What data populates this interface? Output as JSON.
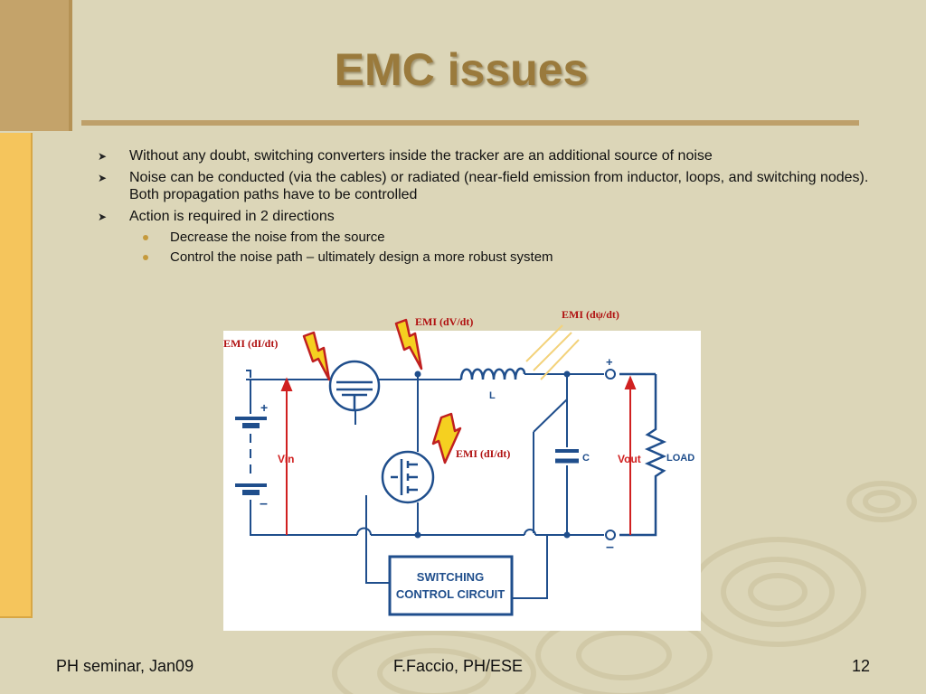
{
  "slide": {
    "title": "EMC issues",
    "bullets": [
      {
        "text": "Without any doubt, switching converters inside the tracker are an additional source of noise"
      },
      {
        "text": "Noise can be conducted (via the cables) or radiated (near-field emission from inductor, loops, and switching nodes). Both propagation paths have to be controlled"
      },
      {
        "text": "Action is required in 2 directions",
        "sub": [
          {
            "text": "Decrease the noise from the source"
          },
          {
            "text": "Control the noise path – ultimately design a more robust system"
          }
        ]
      }
    ]
  },
  "diagram": {
    "emi_labels": {
      "di_dt_left": "EMI (dI/dt)",
      "dv_dt": "EMI (dV/dt)",
      "dpsi_dt": "EMI (dψ/dt)",
      "di_dt_mid": "EMI (dI/dt)"
    },
    "labels": {
      "inductor": "L",
      "capacitor": "C",
      "vin": "Vin",
      "vout": "Vout",
      "load": "LOAD",
      "plus_in": "+",
      "minus_in": "–",
      "plus_out": "+",
      "minus_out": "–",
      "control_line1": "SWITCHING",
      "control_line2": "CONTROL CIRCUIT"
    },
    "colors": {
      "wire": "#1f4e8c",
      "emi_text": "#b01010",
      "arrow": "#d02020",
      "bolt_fill": "#f5d020",
      "bolt_stroke": "#c02020"
    }
  },
  "footer": {
    "left": "PH seminar, Jan09",
    "center": "F.Faccio, PH/ESE",
    "page": "12"
  }
}
